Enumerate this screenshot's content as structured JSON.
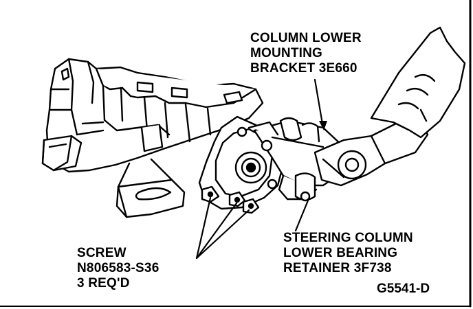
{
  "labels": {
    "bracket": [
      "COLUMN LOWER",
      "MOUNTING",
      "BRACKET 3E660"
    ],
    "retainer": [
      "STEERING COLUMN",
      "LOWER BEARING",
      "RETAINER 3F738"
    ],
    "screw": [
      "SCREW",
      "N806583-S36",
      "3 REQ'D"
    ]
  },
  "figure_id": "G5541-D",
  "colors": {
    "ink": "#000000",
    "paper": "#ffffff"
  }
}
